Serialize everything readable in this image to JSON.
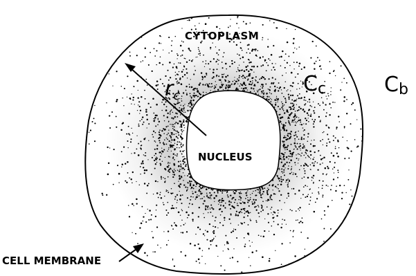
{
  "labels": {
    "cytoplasm": "CYTOPLASM",
    "nucleus": "NUCLEUS",
    "cell_membrane": "CELL MEMBRANE",
    "radius": "r",
    "radius_sub": "c",
    "conc_cell": "C",
    "conc_cell_sub": "c",
    "conc_bath": "C",
    "conc_bath_sub": "b"
  },
  "colors": {
    "ink": "#000000",
    "background": "#ffffff"
  }
}
